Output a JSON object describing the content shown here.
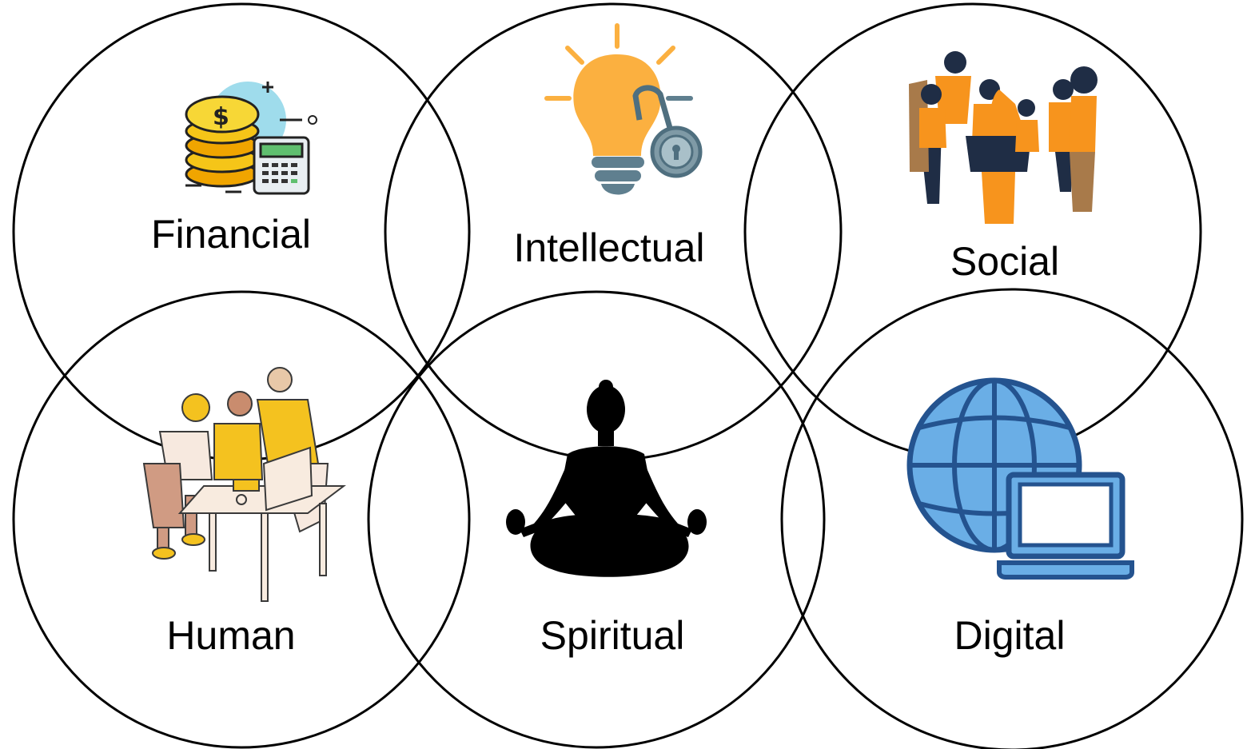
{
  "capitals": [
    {
      "id": "financial",
      "label": "Financial",
      "icon": "money-coins-calculator-icon"
    },
    {
      "id": "intellectual",
      "label": "Intellectual",
      "icon": "lightbulb-lock-icon"
    },
    {
      "id": "social",
      "label": "Social",
      "icon": "people-group-icon"
    },
    {
      "id": "human",
      "label": "Human",
      "icon": "people-working-desk-icon"
    },
    {
      "id": "spiritual",
      "label": "Spiritual",
      "icon": "meditation-silhouette-icon"
    },
    {
      "id": "digital",
      "label": "Digital",
      "icon": "globe-laptop-icon"
    }
  ],
  "colors": {
    "ring": "#000000",
    "label": "#000000",
    "coin_gold": "#f5c518",
    "bulb_yellow": "#fbb040",
    "lock_slate": "#5f7f8f",
    "people_orange": "#f7941d",
    "navy": "#1f2d45",
    "globe_blue": "#6aaee6",
    "globe_outline": "#24538f"
  }
}
